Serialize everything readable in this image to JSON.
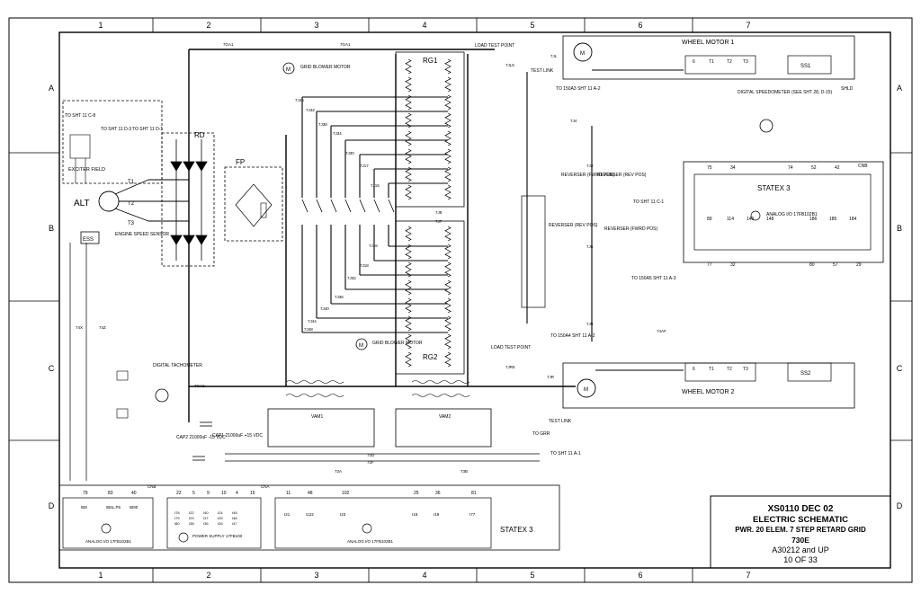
{
  "grid": {
    "columns": [
      "1",
      "2",
      "3",
      "4",
      "5",
      "6",
      "7"
    ],
    "rows": [
      "A",
      "B",
      "C",
      "D"
    ]
  },
  "title_block": {
    "line1": "XS0110   DEC 02",
    "line2": "ELECTRIC SCHEMATIC",
    "line3": "PWR. 20 ELEM. 7 STEP RETARD GRID",
    "line4": "730E",
    "line5": "A30212 and UP",
    "line6": "10 OF 33"
  },
  "labels": {
    "wheel_motor_1": "WHEEL MOTOR 1",
    "wheel_motor_2": "WHEEL MOTOR 2",
    "statex3_right": "STATEX 3",
    "statex3_bottom": "STATEX 3",
    "alt": "ALT",
    "rd": "RD",
    "fp": "FP",
    "rg1": "RG1",
    "rg2": "RG2",
    "exciter_field": "EXCITER FIELD",
    "engine_speed_sensor": "ENGINE SPEED SENSOR",
    "ess": "ESS",
    "digital_tachometer": "DIGITAL TACHOMETER",
    "grid_blower_motor_top": "GRID BLOWER MOTOR",
    "grid_blower_motor_bottom": "GRID BLOWER MOTOR",
    "load_test_point_top": "LOAD TEST POINT",
    "load_test_point_bottom": "LOAD TEST POINT",
    "test_link_top": "TEST LINK",
    "test_link_bottom": "TEST LINK",
    "to_grr": "TO GRR",
    "to_sht11_a1": "TO SHT 11 A-1",
    "to_sht11_c8": "TO SHT 11 C-8",
    "to_sht11_d3": "TO SHT 11 D-3",
    "to_sht11_d1": "TO SHT 11 D-1",
    "to_sht11_c1": "TO SHT 11 C-1",
    "to_150a3": "TO 150A3 SHT 11 A-2",
    "to_150a5": "TO 150A5 SHT 11 A-3",
    "to_150a4": "TO 150A4 SHT 11 A-2",
    "reverser_fwd_1": "REVERSER (FWRD POS)",
    "reverser_rev_1": "REVERSER (REV POS)",
    "reverser_fwd_2": "REVERSER (FWRD POS)",
    "reverser_rev_2": "REVERSER (REV POS)",
    "digital_speedometer": "DIGITAL SPEEDOMETER (SEE SHT 28, D-15)",
    "analog_io_1": "ANALOG I/O 17FB102B1",
    "analog_io_2": "ANALOG I/O 17FB102B1",
    "analog_io_3": "ANALOG I/O 17FB102B1",
    "power_supply": "POWER SUPPLY 17FB100",
    "cap1": "CAP1 21000uF +15 VDC",
    "cap2": "CAP2 21000uF -15 VDC",
    "cnb": "CNB",
    "cna": "CNA",
    "vam1": "VAM1",
    "vam2": "VAM2",
    "ss1": "SS1",
    "ss2": "SS2",
    "shld": "SHLD"
  },
  "wire_labels": [
    "7GA1",
    "7GA1",
    "7J48",
    "7J42",
    "7J38",
    "7J34",
    "7J30",
    "7J17",
    "7J15",
    "7J16",
    "7J18",
    "7J32",
    "7J36",
    "7J40",
    "7J44",
    "7J46",
    "7J8",
    "7J7",
    "7JL5",
    "7JL",
    "7J4",
    "7J3",
    "7JR",
    "7JR5",
    "7J5",
    "7J9",
    "7GA2",
    "74X",
    "74Z",
    "74AF",
    "72D",
    "72F",
    "73A",
    "73B"
  ],
  "bottom_terminals": {
    "group1": [
      "79",
      "83",
      "40"
    ],
    "group1_codes": [
      "IB9",
      "IB5L,P6",
      "IB90"
    ],
    "group2": [
      "22",
      "5",
      "9",
      "10",
      "4",
      "15"
    ],
    "group2_codes": [
      "I78",
      "I79",
      "I80",
      "I22",
      "I23",
      "I38",
      "I40",
      "I37",
      "I36",
      "I24",
      "I25",
      "I26",
      "I45",
      "I46",
      "I47"
    ],
    "group3": [
      "11",
      "48",
      "102",
      "25",
      "36",
      "81"
    ],
    "group3_codes": [
      "I21",
      "I122",
      "I23",
      "I18",
      "I19",
      "I77"
    ]
  },
  "statex_terminals": {
    "top": [
      "75",
      "34",
      "74",
      "52",
      "42"
    ],
    "mid": [
      "89",
      "114",
      "140",
      "148",
      "186",
      "185",
      "184"
    ],
    "bottom": [
      "77",
      "32",
      "80",
      "57",
      "29"
    ]
  },
  "motor_terminals": {
    "m1": [
      "6",
      "T1",
      "T2",
      "T3"
    ],
    "m2": [
      "6",
      "T1",
      "T2",
      "T3"
    ]
  }
}
